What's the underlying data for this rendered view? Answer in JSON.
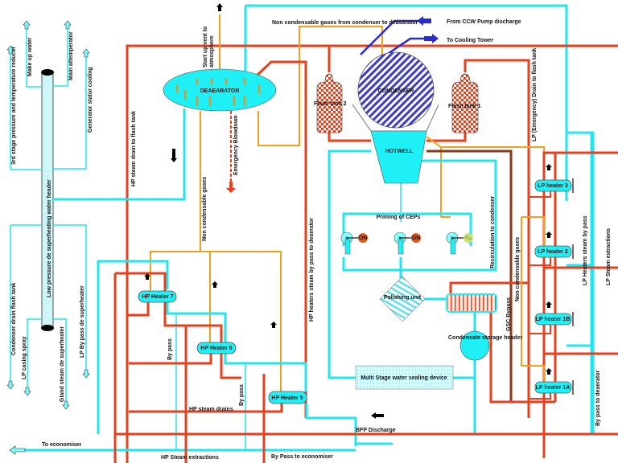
{
  "colors": {
    "water": "#22e5ee",
    "steam": "#e8401c",
    "gas": "#f0a020",
    "cooling": "#2a2ad0",
    "vessel": "#1ff0f5"
  },
  "labels": {
    "make_up_water": "Make up water",
    "main_attemperator": "Main attemperator",
    "third_stage": "3rd stage pressure and temperature reducer",
    "generator_stator": "Generator stator cooling",
    "lp_header": "Low pressure de superheating water header",
    "condenser_drain": "Condenser drain flash tank",
    "lp_casing": "LP casing spray",
    "gland_steam": "Gland steam de superheater",
    "lp_bypass_desup": "LP By pass de superheater",
    "startup_vent": "Start up vent to atmosphere",
    "deaerator": "DEAEARATOR",
    "emergency_blowdown": "Emergency Blowdown",
    "hp_steam_drain": "HP steam drain to flash tank",
    "non_cond_gases_left": "Non condensable gases",
    "non_cond_from_condenser": "Non condensable gases from condenser to deasarator",
    "from_ccw": "From CCW Pump discharge",
    "to_cooling_tower": "To Cooling Tower",
    "flash_tank_2": "Flash tank 2",
    "flash_tank_1": "Flash tank 1",
    "condenser": "CONDENSER",
    "hotwell": "HOTWELL",
    "lp_emergency_drain": "LP (Emergency) Drain to flash tank",
    "hp_heaters_bypass": "HP heaters steam by pass to deaerator",
    "priming": "Priming of CEPs",
    "recirculation": "Recirculation to condenser",
    "pump1_status": "ON",
    "pump2_status": "ON",
    "polishing": "Polishing unit",
    "condensate_storage": "Condensate storage header",
    "gsc_bypass": "GSC Bypass",
    "non_cond_gases_right": "Non condensable gases",
    "lp_heaters_bypass": "LP Heaters steam by pass",
    "lp_steam_extractions": "LP Steam extractions",
    "bypass_to_deaerator": "By pass to deaerator",
    "multi_stage": "Multi Stage water sealing device",
    "bfp_discharge": "BFP Discharge",
    "to_economiser": "To economiser",
    "hp_steam_extractions": "HP Steam extractions",
    "bypass_to_economiser": "By Pass to economiser",
    "hp_steam_drains": "HP steam drains",
    "by_pass_1": "By pass",
    "by_pass_2": "By pass"
  },
  "heaters": {
    "hp7": "HP Heater 7",
    "hp6": "HP Heater 6",
    "hp5": "HP Heater 5",
    "lp3": "LP heater 3",
    "lp2": "LP heater 2",
    "lp1b": "LP heater 1B",
    "lp1a": "LP heater 1A"
  }
}
